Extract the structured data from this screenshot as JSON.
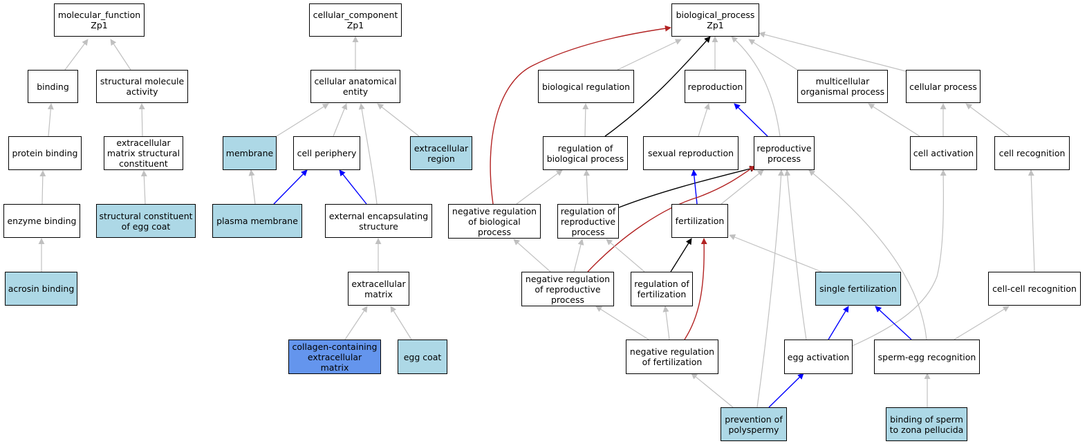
{
  "colors": {
    "gray_edge": "#c0c0c0",
    "black_edge": "#000000",
    "blue_edge": "#0000ff",
    "red_edge": "#b22222",
    "highlight_light": "#add8e6",
    "highlight_dark": "#6495ed"
  },
  "nodes": {
    "mf": "molecular_function\nZp1",
    "binding": "binding",
    "sma": "structural molecule\nactivity",
    "pb": "protein binding",
    "emsc": "extracellular\nmatrix structural\nconstituent",
    "eb": "enzyme binding",
    "scec": "structural constituent\nof egg coat",
    "ab": "acrosin binding",
    "cc": "cellular_component\nZp1",
    "cae": "cellular anatomical\nentity",
    "membrane": "membrane",
    "cp": "cell periphery",
    "er": "extracellular\nregion",
    "pm": "plasma membrane",
    "ees": "external encapsulating\nstructure",
    "em": "extracellular\nmatrix",
    "ccem": "collagen-containing\nextracellular\nmatrix",
    "ec": "egg coat",
    "bp": "biological_process\nZp1",
    "breg": "biological regulation",
    "repro": "reproduction",
    "mop": "multicellular\norganismal process",
    "cellp": "cellular process",
    "rbp": "regulation of\nbiological process",
    "sr": "sexual reproduction",
    "rp": "reproductive\nprocess",
    "ca": "cell activation",
    "cr": "cell recognition",
    "nrbp": "negative regulation\nof biological\nprocess",
    "rrp": "regulation of\nreproductive\nprocess",
    "fert": "fertilization",
    "nrrp": "negative regulation\nof reproductive\nprocess",
    "rf": "regulation of\nfertilization",
    "sf": "single fertilization",
    "ccr": "cell-cell recognition",
    "nrf": "negative regulation\nof fertilization",
    "ea": "egg activation",
    "ser": "sperm-egg recognition",
    "pp": "prevention of\npolyspermy",
    "bszp": "binding of sperm\nto zona pellucida"
  }
}
